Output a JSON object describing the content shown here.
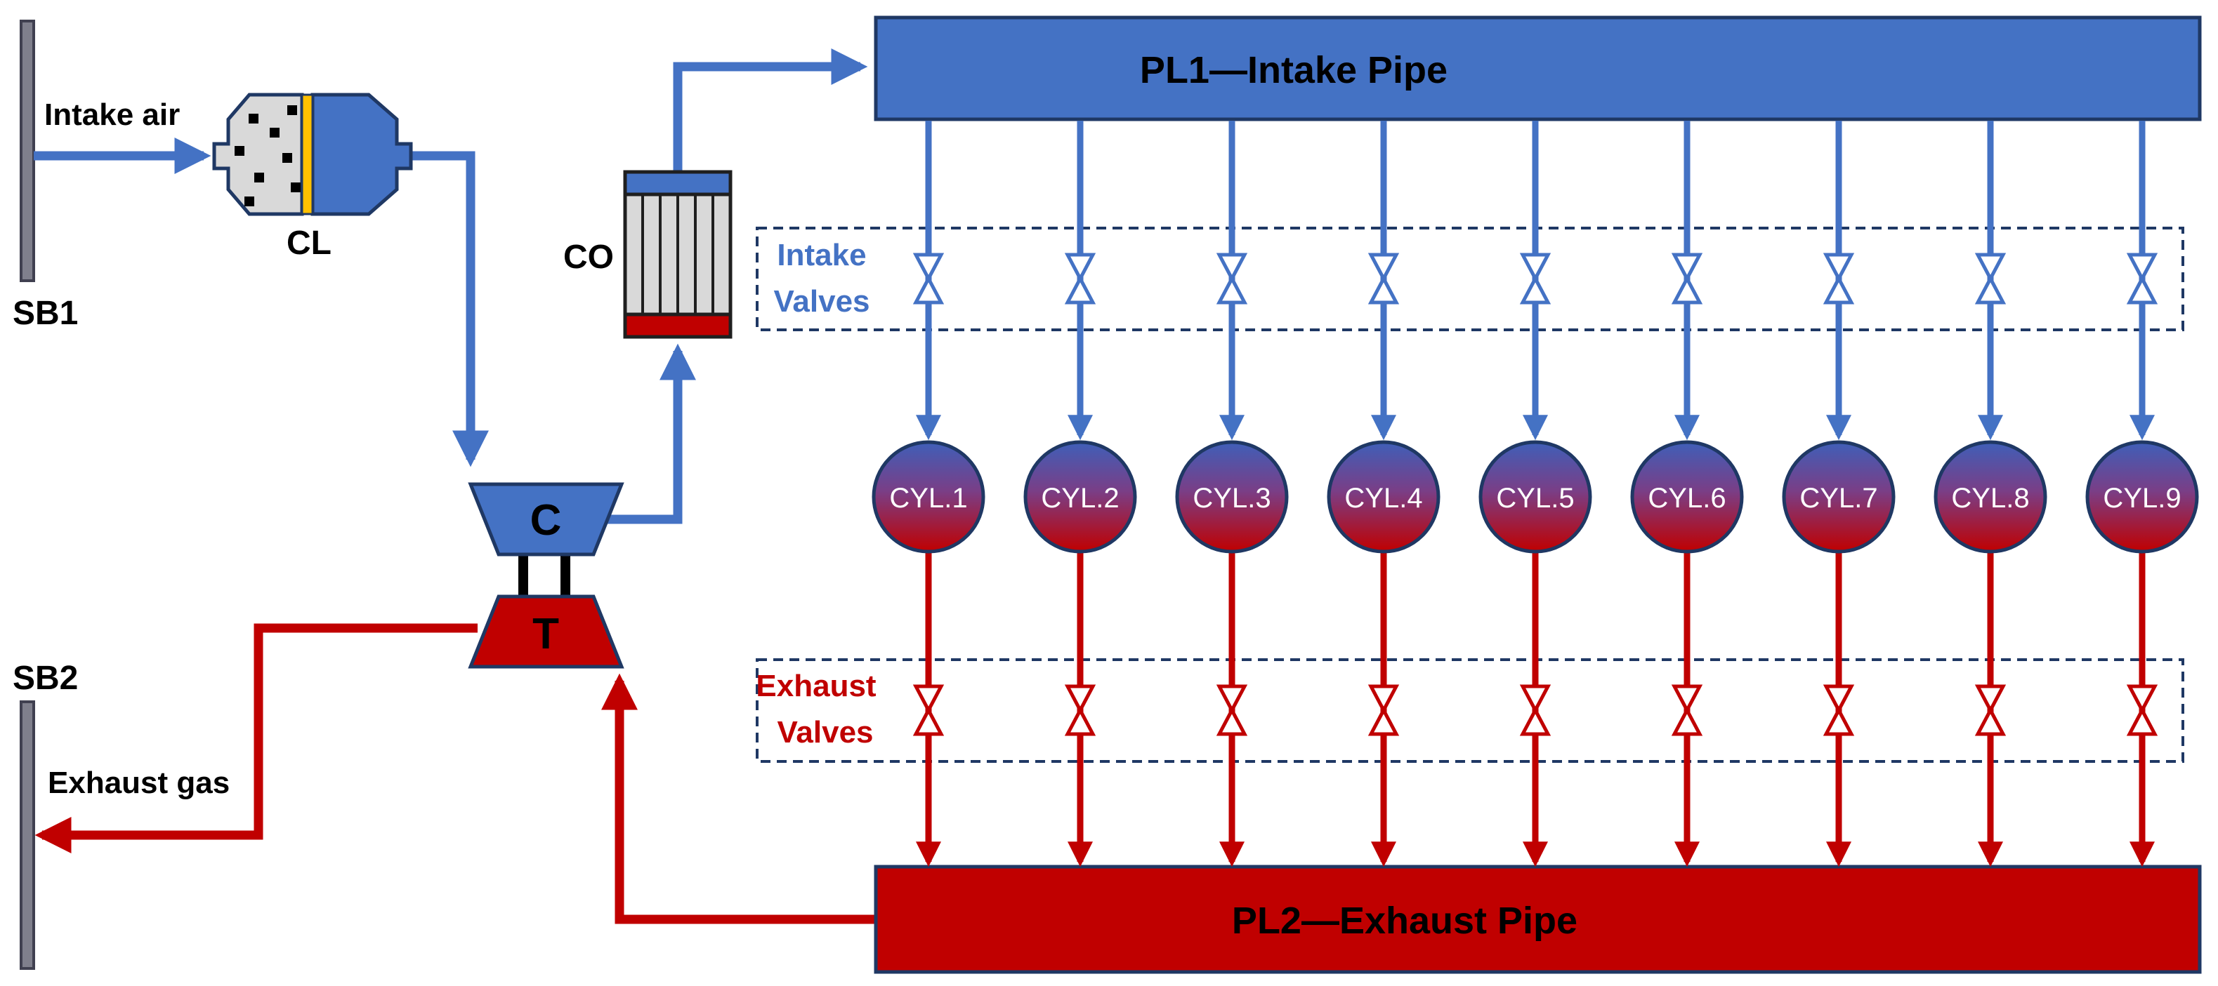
{
  "colors": {
    "intake": "#4472C4",
    "exhaust": "#C00000",
    "wall": "#7F7F8C",
    "outline": "#1F3864",
    "filter_band": "#FFC000",
    "cooler_body": "#D9D9D9"
  },
  "boundaries": {
    "inlet": "SB1",
    "outlet": "SB2"
  },
  "flows": {
    "intake_air": "Intake air",
    "exhaust_gas": "Exhaust gas"
  },
  "components": {
    "filter": "CL",
    "cooler": "CO",
    "compressor": "C",
    "turbine": "T"
  },
  "pipes": {
    "intake": "PL1—Intake Pipe",
    "exhaust": "PL2—Exhaust Pipe"
  },
  "valve_groups": {
    "intake_line1": "Intake",
    "intake_line2": "Valves",
    "exhaust_line1": "Exhaust",
    "exhaust_line2": "Valves"
  },
  "cylinders": [
    "CYL.1",
    "CYL.2",
    "CYL.3",
    "CYL.4",
    "CYL.5",
    "CYL.6",
    "CYL.7",
    "CYL.8",
    "CYL.9"
  ]
}
